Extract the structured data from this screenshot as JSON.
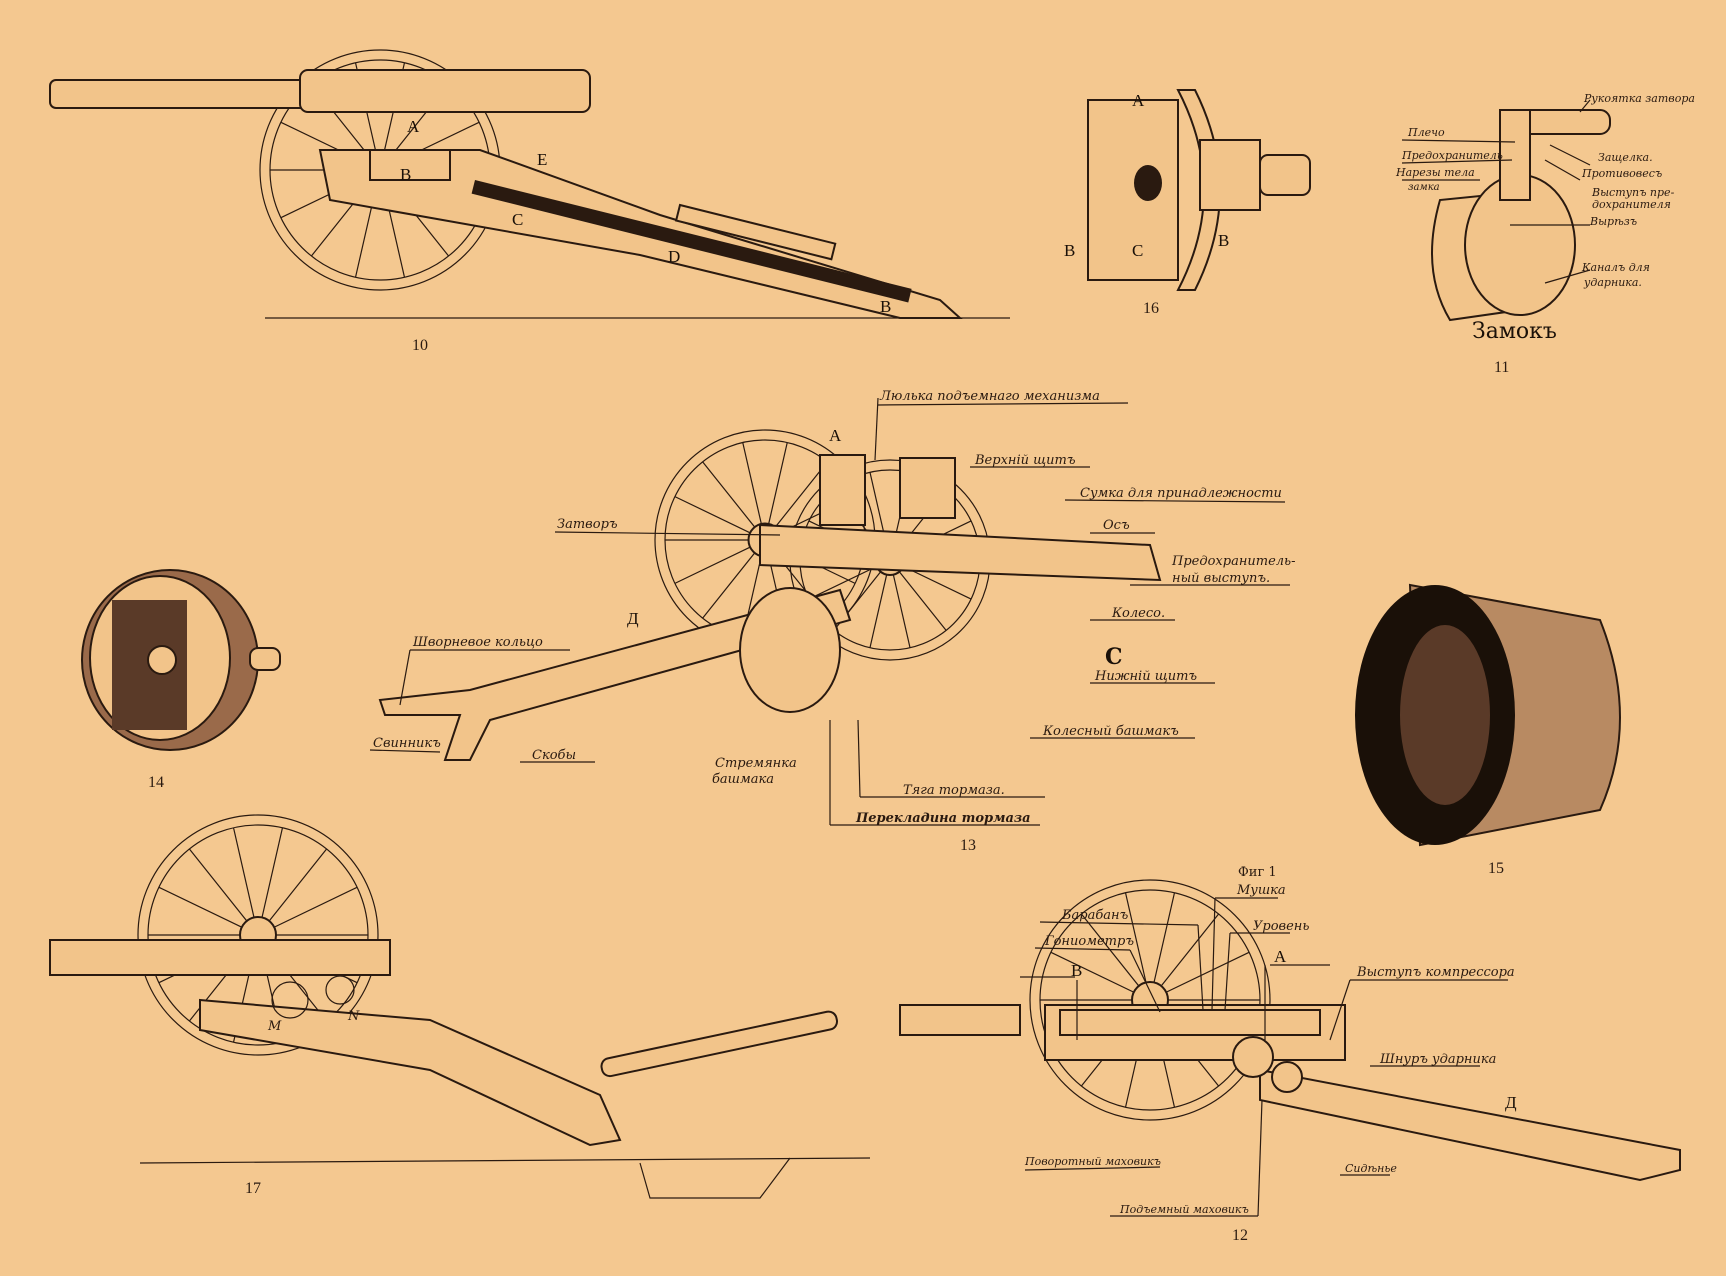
{
  "figures": {
    "fig10": {
      "number": "10",
      "letters": [
        "A",
        "B",
        "E",
        "C",
        "D",
        "B"
      ]
    },
    "fig16": {
      "number": "16",
      "letters": [
        "A",
        "B",
        "C",
        "B"
      ]
    },
    "fig11": {
      "number": "11",
      "title": "Замокъ",
      "labels": [
        "Рукоятка затвора",
        "Плечо",
        "Предохранитель",
        "Нарезы тела",
        "замка",
        "Защелка.",
        "Противовесъ",
        "Выступъ пре-",
        "дохранителя",
        "Вырѣзъ",
        "Каналъ для",
        "ударника."
      ]
    },
    "fig13": {
      "number": "13",
      "labels": [
        "Люлька подъемнаго механизма",
        "Верхній щитъ",
        "Сумка для принадлежности",
        "Затворъ",
        "Осъ",
        "Предохранитель-",
        "ный выступъ.",
        "Колесо.",
        "Нижній щитъ",
        "Шворневое кольцо",
        "Свинникъ",
        "Скобы",
        "Стремянка",
        "башмака",
        "Колесный башмакъ",
        "Тяга тормаза.",
        "Перекладина тормаза"
      ],
      "letters": [
        "A",
        "Д",
        "C"
      ]
    },
    "fig14": {
      "number": "14"
    },
    "fig15": {
      "number": "15"
    },
    "fig17": {
      "number": "17",
      "letters": [
        "M",
        "N"
      ]
    },
    "fig12": {
      "number": "12",
      "caption": "Фиг 1",
      "labels": [
        "Мушка",
        "Барабанъ",
        "Уровень",
        "Гониометръ",
        "Выступъ компрессора",
        "Шнуръ ударника",
        "Поворотный маховикъ",
        "Сидѣнье",
        "Подъемный маховикъ"
      ],
      "letters": [
        "B",
        "A",
        "Д"
      ]
    }
  },
  "colors": {
    "paper": "#f4c890",
    "ink": "#2a1a10"
  }
}
